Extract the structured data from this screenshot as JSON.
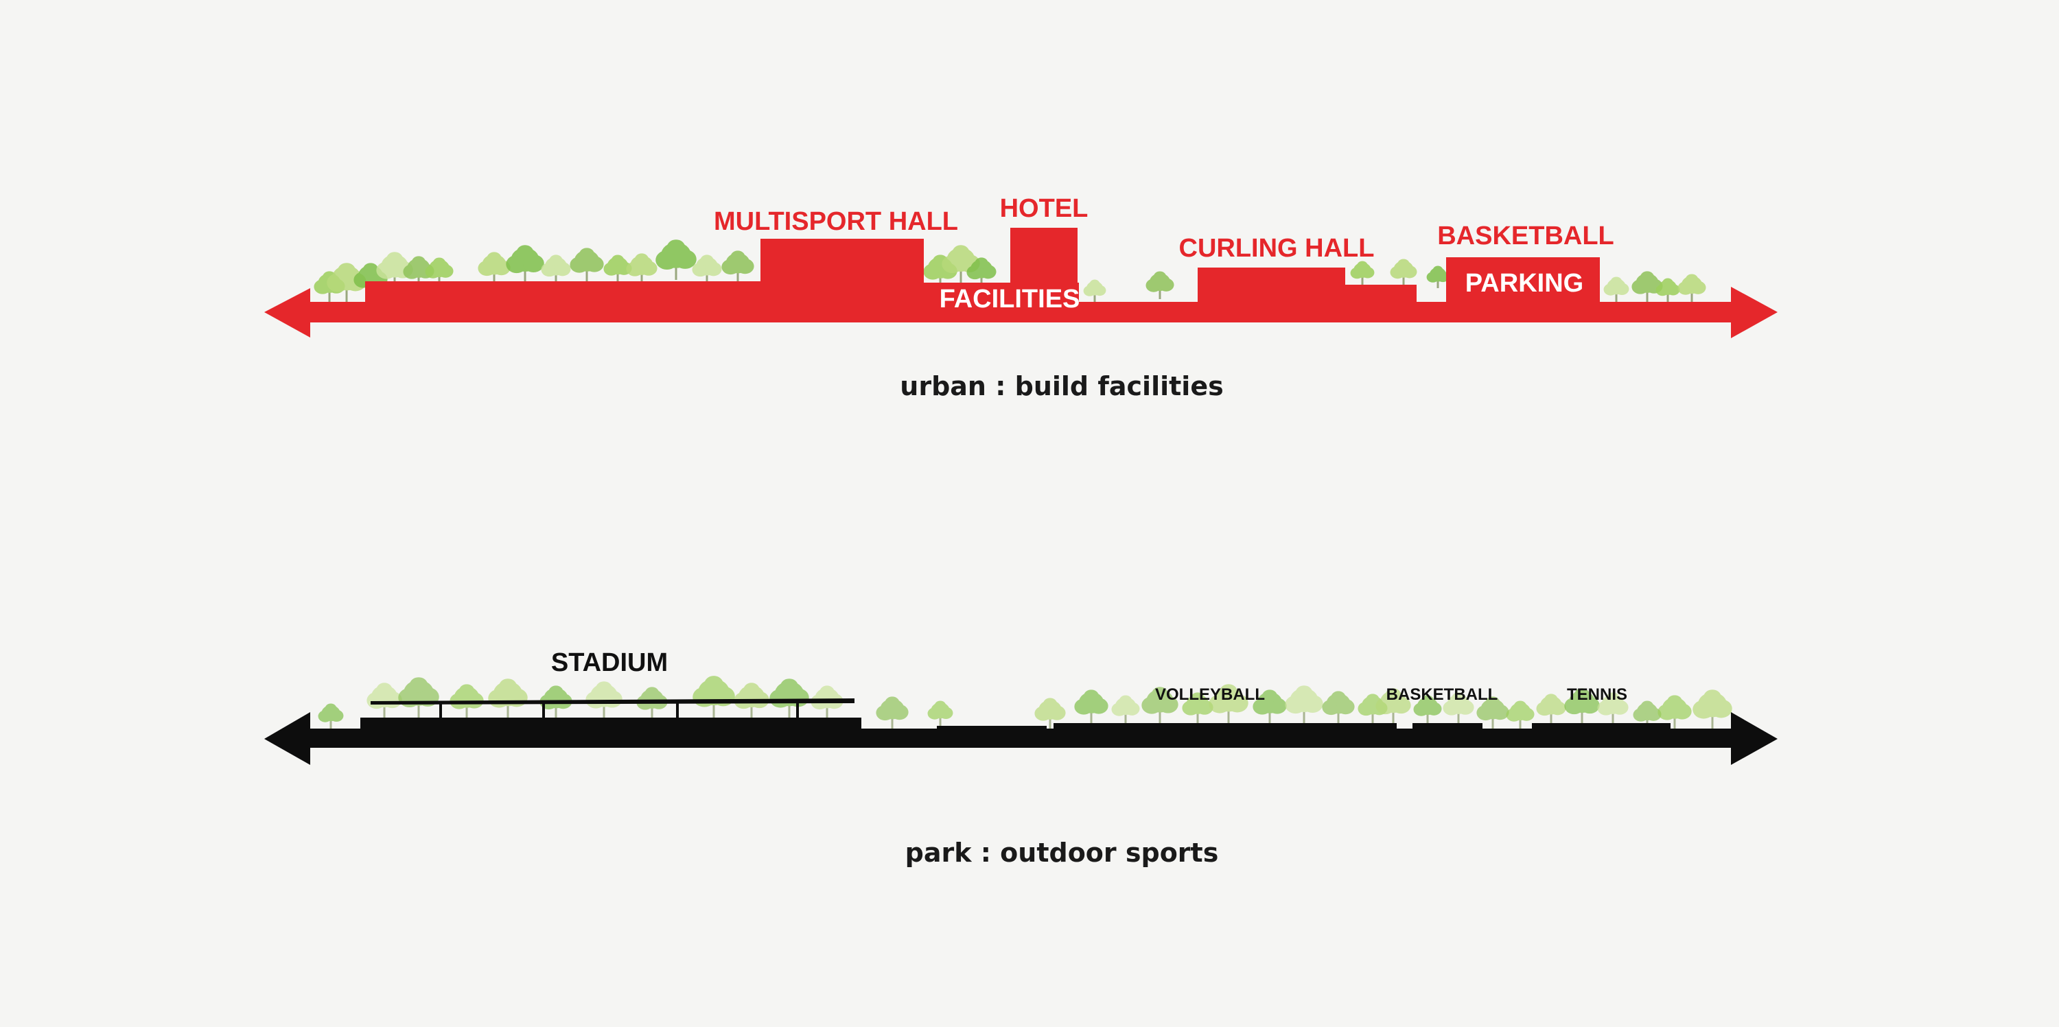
{
  "colors": {
    "background": "#f5f5f3",
    "urban": "#e5272b",
    "park": "#0d0d0d",
    "water": "#9fd3ea",
    "trees": [
      "#9ccf5b",
      "#b7d97a",
      "#7fbf4a",
      "#c9e39a",
      "#8fc25a"
    ]
  },
  "urban": {
    "labels": {
      "multisport_hall": "MULTISPORT HALL",
      "hotel": "HOTEL",
      "facilities": "FACILITIES",
      "curling_hall": "CURLING HALL",
      "basketball": "BASKETBALL",
      "parking": "PARKING"
    },
    "caption": "urban : build facilities"
  },
  "park": {
    "labels": {
      "stadium": "STADIUM",
      "volleyball": "VOLLEYBALL",
      "basketball": "BASKETBALL",
      "tennis": "TENNIS"
    },
    "caption": "park : outdoor sports"
  }
}
